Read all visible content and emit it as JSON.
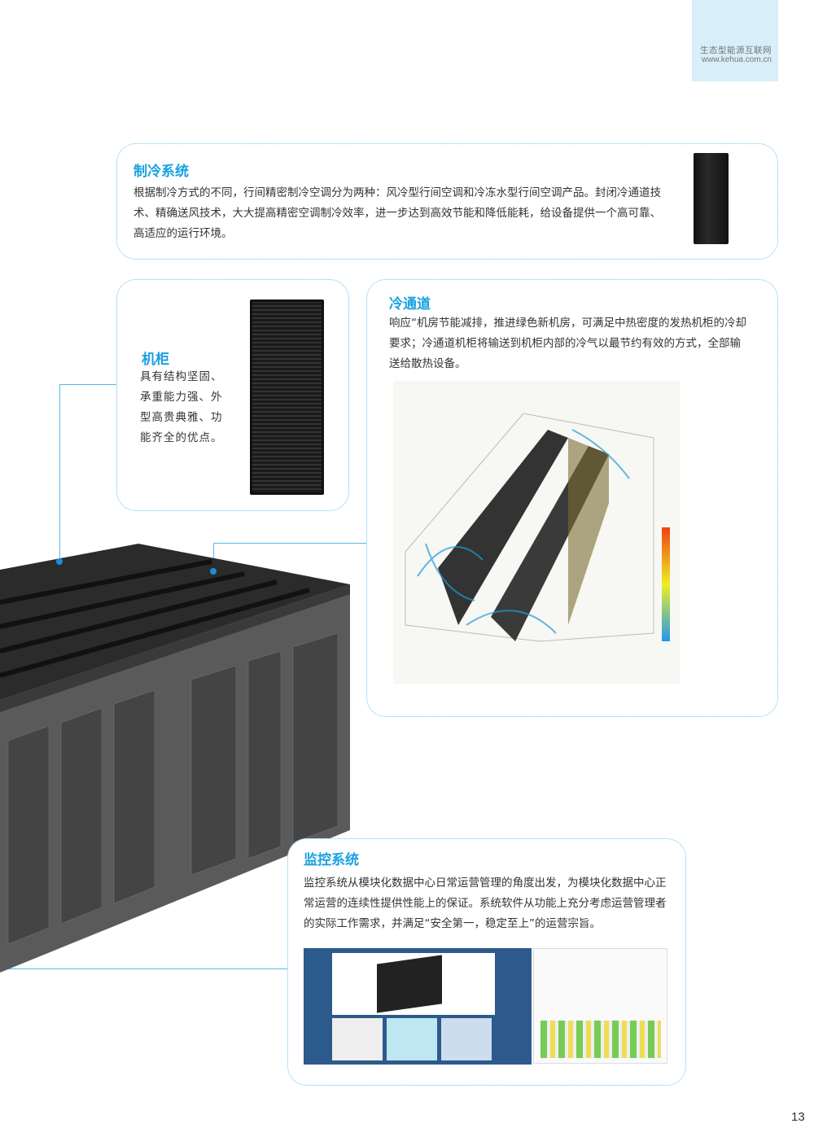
{
  "header": {
    "site_name": "生态型能源互联网",
    "url": "www.kehua.com.cn"
  },
  "cooling": {
    "title": "制冷系统",
    "body": "根据制冷方式的不同，行间精密制冷空调分为两种：风冷型行间空调和冷冻水型行间空调产品。封闭冷通道技术、精确送风技术，大大提高精密空调制冷效率，进一步达到高效节能和降低能耗，给设备提供一个高可靠、高适应的运行环境。"
  },
  "cabinet": {
    "title": "机柜",
    "body": "具有结构坚固、承重能力强、外型高贵典雅、功能齐全的优点。"
  },
  "cold_aisle": {
    "title": "冷通道",
    "body": "响应“机房节能减排，推进绿色新机房，可满足中热密度的发热机柜的冷却要求；冷通道机柜将输送到机柜内部的冷气以最节约有效的方式，全部输送给散热设备。"
  },
  "monitoring": {
    "title": "监控系统",
    "body": "监控系统从模块化数据中心日常运营管理的角度出发，为模块化数据中心正常运营的连续性提供性能上的保证。系统软件从功能上充分考虑运营管理者的实际工作需求，并满足“安全第一，稳定至上”的运营宗旨。"
  },
  "page_number": "13",
  "colors": {
    "accent": "#1aa0e0",
    "border": "#6cc4ec",
    "header_bg": "#d8eef9"
  }
}
